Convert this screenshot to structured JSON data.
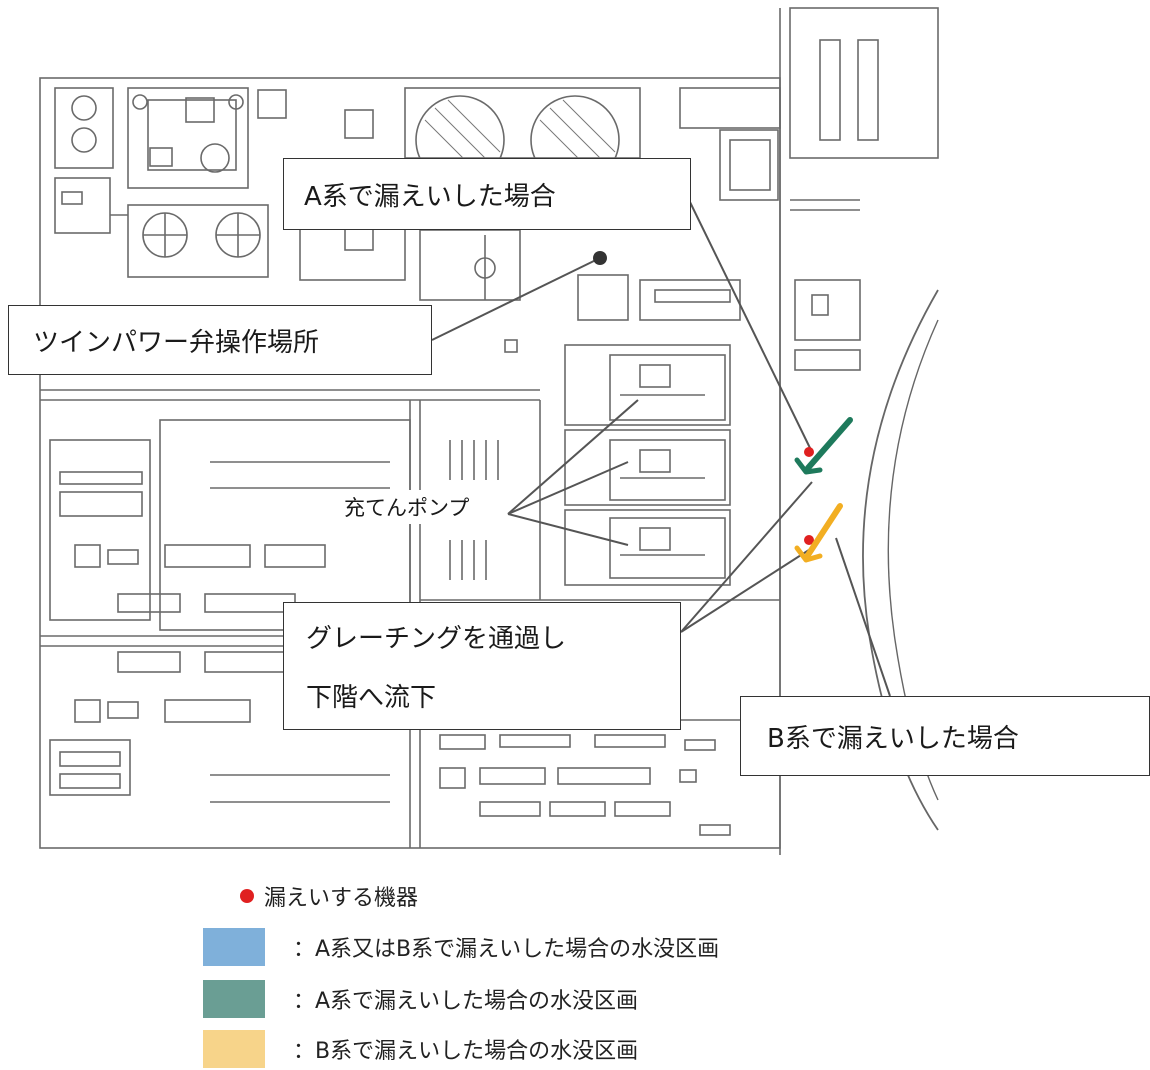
{
  "callouts": {
    "a_leak": "A系で漏えいした場合",
    "twin_power": "ツインパワー弁操作場所",
    "pump": "充てんポンプ",
    "grating_line1": "グレーチングを通過し",
    "grating_line2": "下階へ流下",
    "b_leak": "B系で漏えいした場合"
  },
  "legend": {
    "leak_device": "漏えいする機器",
    "ab_area": "：A系又はB系で漏えいした場合の水没区画",
    "a_area": "：A系で漏えいした場合の水没区画",
    "b_area": "：B系で漏えいした場合の水没区画"
  },
  "colors": {
    "leak_dot": "#e02020",
    "ab_area": "#7fb0da",
    "a_area": "#6a9e94",
    "b_area": "#f7d48a",
    "a_arrow": "#1e7a5c",
    "b_arrow": "#f2ae22",
    "line": "#555555"
  }
}
